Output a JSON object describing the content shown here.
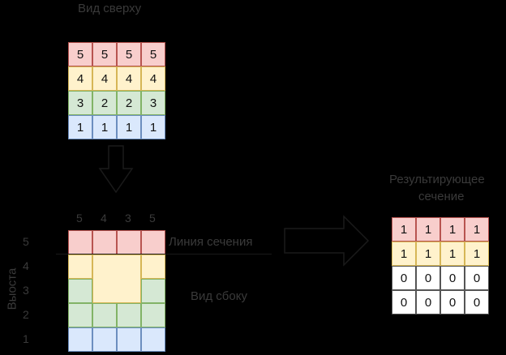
{
  "top_view": {
    "title": "Вид сверху",
    "rows": [
      {
        "values": [
          "5",
          "5",
          "5",
          "5"
        ],
        "fill": "#f8cecc",
        "stroke": "#b85450"
      },
      {
        "values": [
          "4",
          "4",
          "4",
          "4"
        ],
        "fill": "#fff2cc",
        "stroke": "#d6b656"
      },
      {
        "values": [
          "3",
          "2",
          "2",
          "3"
        ],
        "fill": "#d5e8d4",
        "stroke": "#82b366"
      },
      {
        "values": [
          "1",
          "1",
          "1",
          "1"
        ],
        "fill": "#dae8fc",
        "stroke": "#6c8ebf"
      }
    ]
  },
  "side_view": {
    "title": "Вид сбоку",
    "column_heights": [
      "5",
      "4",
      "3",
      "5"
    ],
    "axis_label": "Выоста",
    "axis_ticks": [
      "5",
      "4",
      "3",
      "2",
      "1"
    ],
    "section_label": "Линия сечения",
    "colors": {
      "red_fill": "#f8cecc",
      "red_stroke": "#b85450",
      "yellow_fill": "#fff2cc",
      "yellow_stroke": "#d6b656",
      "green_fill": "#d5e8d4",
      "green_stroke": "#82b366",
      "blue_fill": "#dae8fc",
      "blue_stroke": "#6c8ebf"
    }
  },
  "result": {
    "title_line1": "Результирующее",
    "title_line2": "сечение",
    "rows": [
      {
        "values": [
          "1",
          "1",
          "1",
          "1"
        ],
        "fill": "#f8cecc",
        "stroke": "#b85450"
      },
      {
        "values": [
          "1",
          "1",
          "1",
          "1"
        ],
        "fill": "#fff2cc",
        "stroke": "#d6b656"
      },
      {
        "values": [
          "0",
          "0",
          "0",
          "0"
        ],
        "fill": "#ffffff",
        "stroke": "#555555"
      },
      {
        "values": [
          "0",
          "0",
          "0",
          "0"
        ],
        "fill": "#ffffff",
        "stroke": "#555555"
      }
    ]
  },
  "arrows": [
    "arrow-down-icon",
    "arrow-right-icon"
  ]
}
